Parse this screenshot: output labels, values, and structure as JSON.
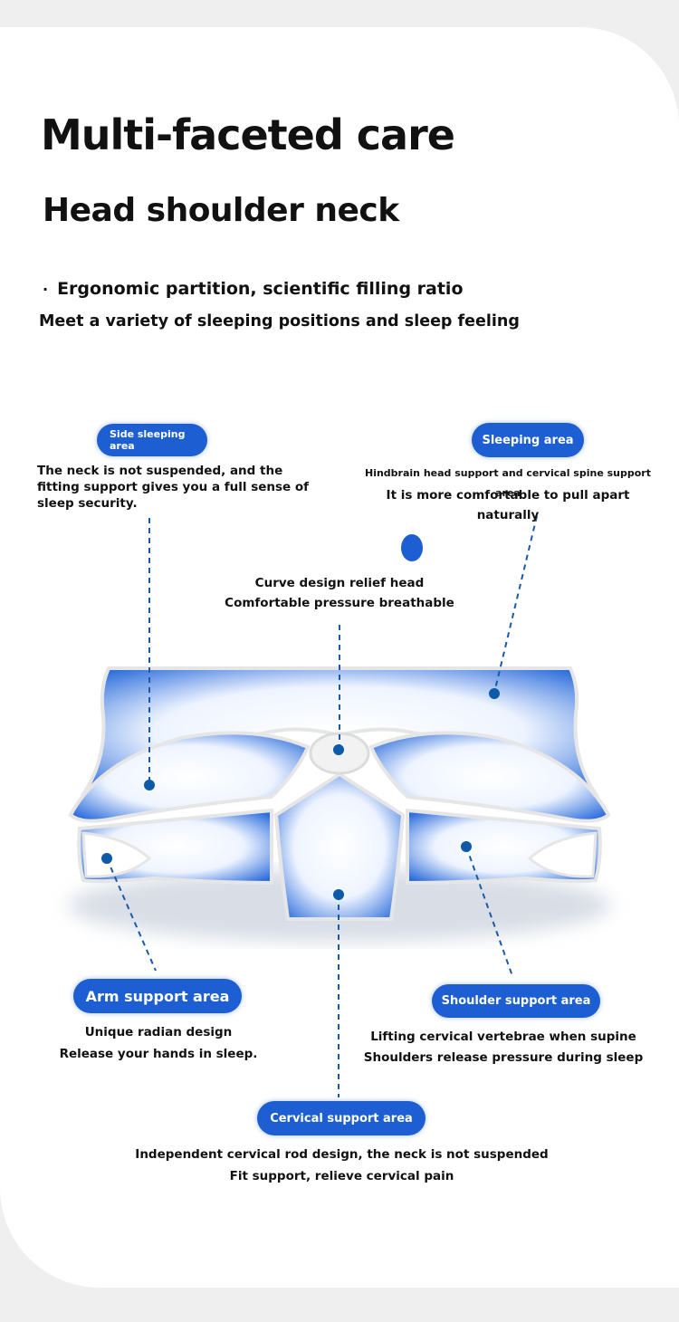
{
  "header": {
    "title": "Multi-faceted care",
    "subtitle": "Head shoulder neck",
    "bullet_symbol": "·",
    "bullet_text": "Ergonomic partition, scientific filling ratio",
    "tagline": "Meet a variety of sleeping positions and sleep feeling"
  },
  "zones": {
    "side_sleeping": {
      "label": "Side sleeping area",
      "desc": "The neck is not suspended, and the fitting support gives you a full sense of sleep security."
    },
    "sleeping": {
      "label": "Sleeping area",
      "desc1": "Hindbrain head support and cervical spine support area",
      "desc2": "It is more comfortable to pull apart naturally"
    },
    "center": {
      "desc1": "Curve design relief head",
      "desc2": "Comfortable pressure breathable"
    },
    "arm": {
      "label": "Arm support area",
      "desc1": "Unique radian design",
      "desc2": "Release your hands in sleep."
    },
    "shoulder": {
      "label": "Shoulder support area",
      "desc1": "Lifting cervical vertebrae when supine",
      "desc2": "Shoulders release pressure during sleep"
    },
    "cervical": {
      "label": "Cervical support area",
      "desc1": "Independent cervical rod design, the neck is not suspended",
      "desc2": "Fit support, relieve cervical pain"
    }
  },
  "colors": {
    "accent": "#1d5fd2",
    "marker": "#0d5aa8",
    "pillow_blue": "#3a7de0"
  }
}
